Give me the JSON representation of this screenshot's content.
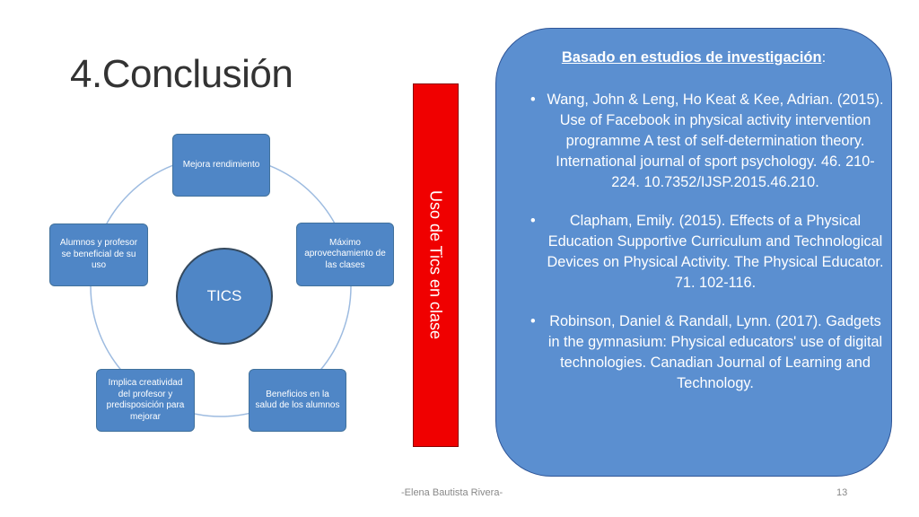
{
  "slide": {
    "title": "4.Conclusión",
    "footer_author": "-Elena Bautista Rivera-",
    "page_number": "13"
  },
  "diagram": {
    "center": "TICS",
    "nodes": [
      "Mejora rendimiento",
      "Máximo aprovechamiento de las clases",
      "Beneficios en la salud de los alumnos",
      "Implica creatividad del profesor y predisposición para mejorar",
      "Alumnos y profesor se beneficial de su uso"
    ],
    "colors": {
      "node_fill": "#4f86c6",
      "ring": "#9dbbe0"
    }
  },
  "side_bar": {
    "text": "Uso de Tics en clase",
    "color": "#f00000"
  },
  "references": {
    "heading": "Basado en estudios de investigación",
    "heading_suffix": ":",
    "bullet": "•",
    "items": [
      "Wang, John & Leng, Ho Keat & Kee, Adrian. (2015). Use of Facebook in physical activity intervention programme A test of self-determination theory. International journal of sport psychology. 46. 210-224. 10.7352/IJSP.2015.46.210.",
      "Clapham, Emily. (2015). Effects of a Physical Education Supportive Curriculum and Technological Devices on Physical Activity. The Physical Educator. 71. 102-116.",
      "Robinson, Daniel & Randall, Lynn. (2017). Gadgets in the gymnasium: Physical educators' use of digital technologies. Canadian Journal of Learning and Technology."
    ],
    "color": "#5b8fd0"
  }
}
